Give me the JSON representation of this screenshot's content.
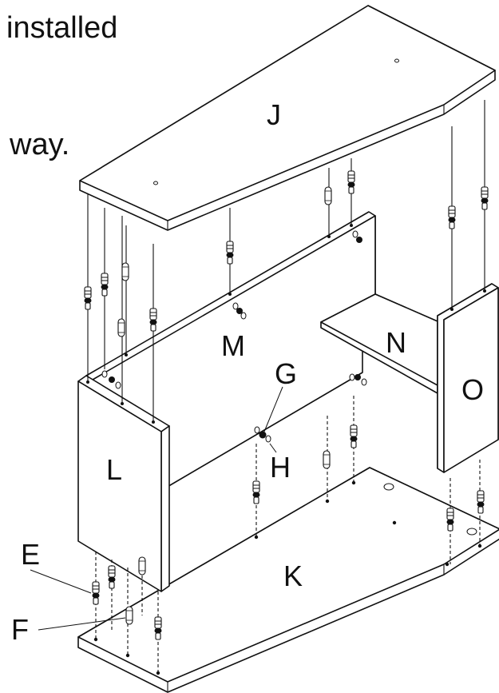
{
  "fragments": {
    "top": "installed",
    "middle": "way."
  },
  "parts": {
    "J": "J",
    "K": "K",
    "L": "L",
    "M": "M",
    "N": "N",
    "O": "O"
  },
  "hardware": {
    "E": "E",
    "F": "F",
    "G": "G",
    "H": "H"
  }
}
